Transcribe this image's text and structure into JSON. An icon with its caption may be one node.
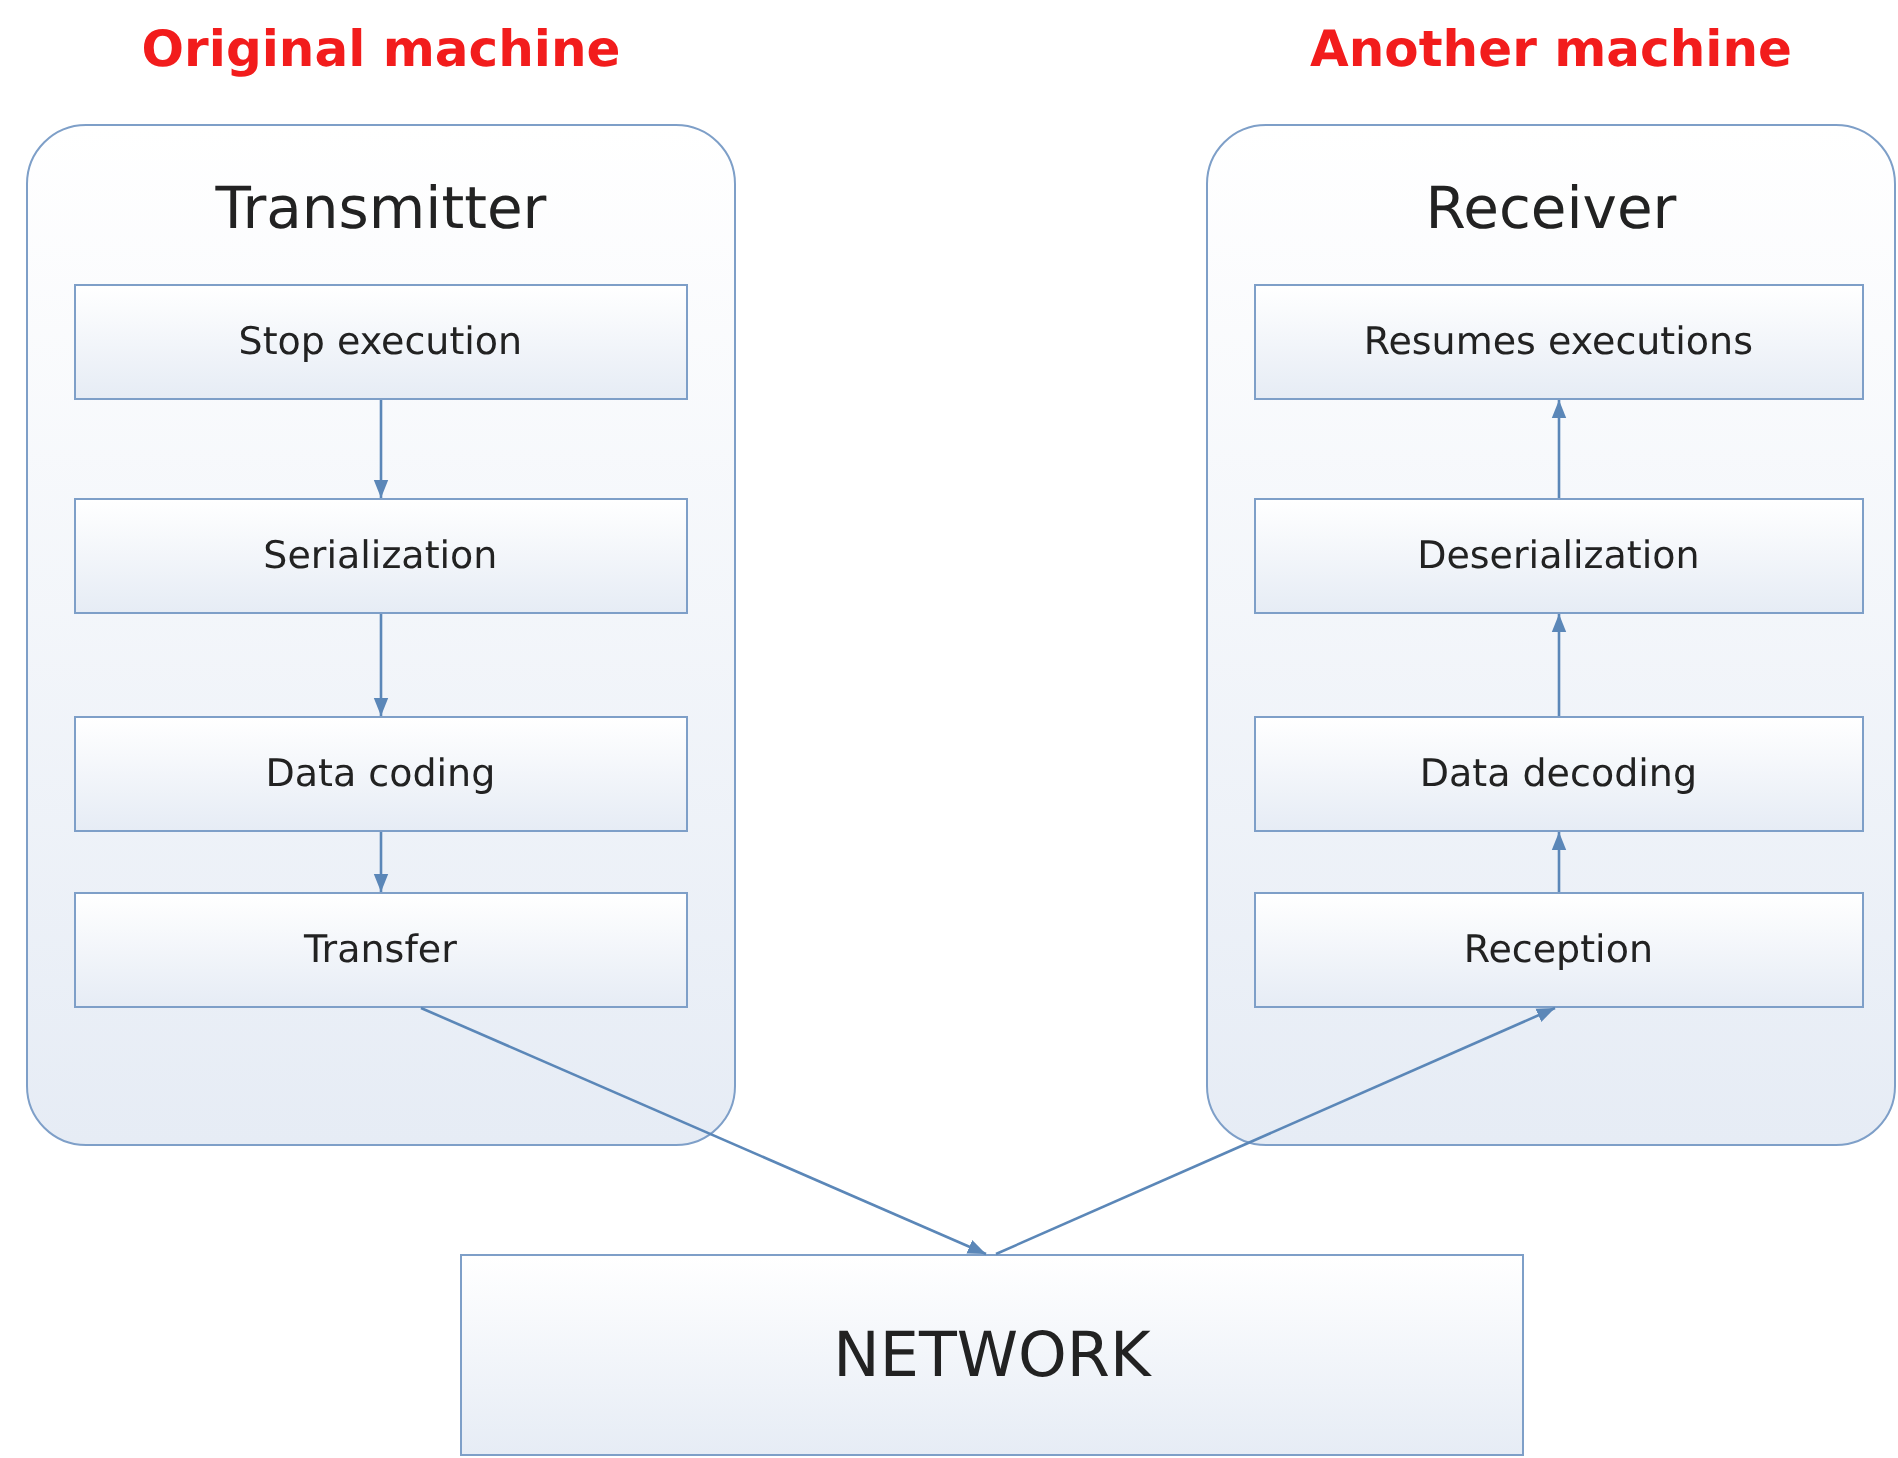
{
  "diagram": {
    "nodes": [
      {
        "text": [
          "Transmitter"
        ],
        "beside": [
          "Original machine"
        ]
      },
      {
        "text": [
          "Stop execution"
        ],
        "in": 0
      },
      {
        "text": [
          "Serialization"
        ],
        "in": 0
      },
      {
        "text": [
          "Data coding"
        ],
        "in": 0
      },
      {
        "text": [
          "Transfer"
        ],
        "in": 0
      },
      {
        "text": [
          "Receiver"
        ],
        "beside": [
          "Another machine"
        ]
      },
      {
        "text": [
          "Resumes executions"
        ],
        "in": 5
      },
      {
        "text": [
          "Deserialization"
        ],
        "in": 5
      },
      {
        "text": [
          "Data decoding"
        ],
        "in": 5
      },
      {
        "text": [
          "Reception"
        ],
        "in": 5
      },
      {
        "text": [
          "NETWORK"
        ]
      }
    ],
    "edges": [
      {
        "from": 1,
        "to": 2,
        "arrow": "to"
      },
      {
        "from": 2,
        "to": 3,
        "arrow": "to"
      },
      {
        "from": 3,
        "to": 4,
        "arrow": "to"
      },
      {
        "from": 4,
        "to": 10,
        "arrow": "to"
      },
      {
        "from": 10,
        "to": 9,
        "arrow": "to"
      },
      {
        "from": 9,
        "to": 8,
        "arrow": "to"
      },
      {
        "from": 8,
        "to": 7,
        "arrow": "to"
      },
      {
        "from": 7,
        "to": 6,
        "arrow": "to"
      }
    ]
  }
}
